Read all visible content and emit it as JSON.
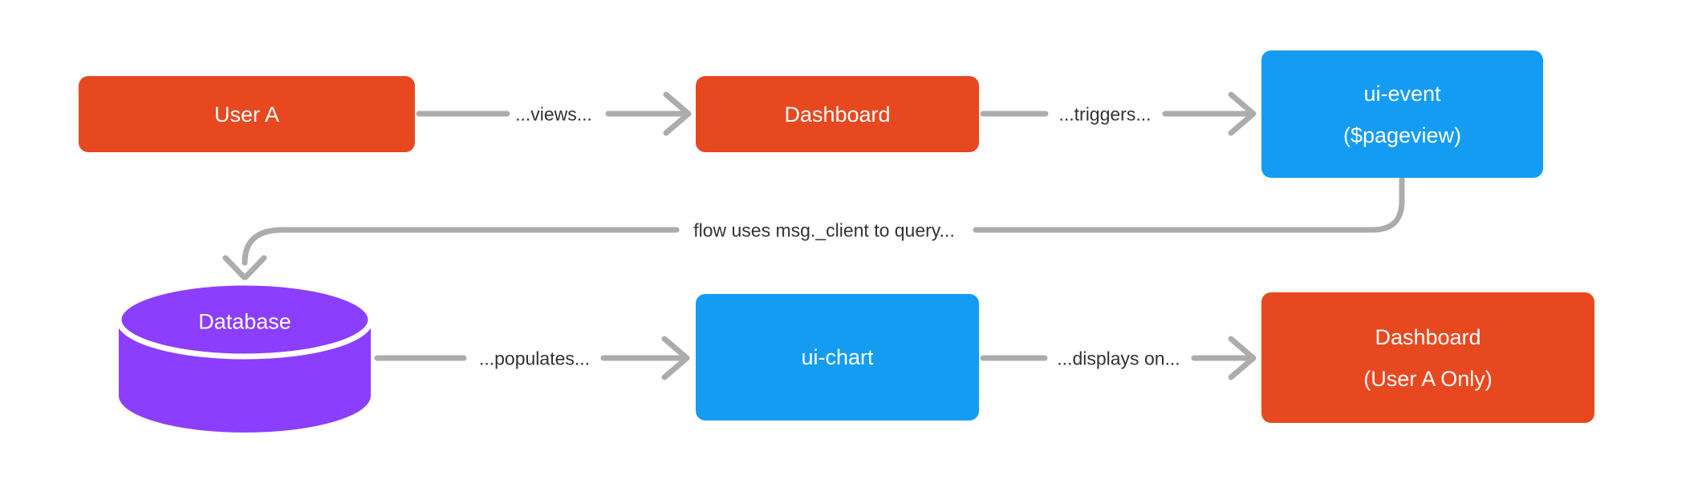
{
  "diagram": {
    "nodes": {
      "user_a": {
        "label": "User A"
      },
      "dashboard": {
        "label": "Dashboard"
      },
      "ui_event": {
        "label": "ui-event",
        "sublabel": "($pageview)"
      },
      "database": {
        "label": "Database"
      },
      "ui_chart": {
        "label": "ui-chart"
      },
      "dashboard_user_a": {
        "label": "Dashboard",
        "sublabel": "(User A Only)"
      }
    },
    "edges": {
      "views": {
        "label": "...views..."
      },
      "triggers": {
        "label": "...triggers..."
      },
      "query": {
        "label": "flow uses msg._client to query..."
      },
      "populates": {
        "label": "...populates..."
      },
      "displays": {
        "label": "...displays on..."
      }
    },
    "colors": {
      "orange": "#E8481F",
      "blue": "#149CF3",
      "purple": "#8C3EFF",
      "connector": "#ACACAC",
      "label_text": "#333333"
    }
  }
}
